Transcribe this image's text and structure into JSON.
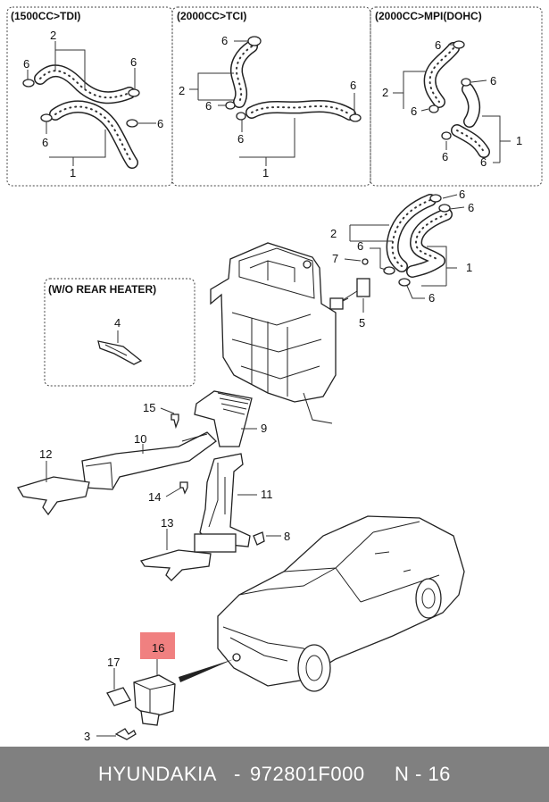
{
  "panels": {
    "tdi": {
      "title": "(1500CC>TDI)",
      "callouts": [
        "2",
        "6",
        "6",
        "6",
        "6",
        "1"
      ]
    },
    "tci": {
      "title": "(2000CC>TCI)",
      "callouts": [
        "6",
        "2",
        "6",
        "6",
        "6",
        "1"
      ]
    },
    "mpi": {
      "title": "(2000CC>MPI(DOHC)",
      "callouts": [
        "6",
        "6",
        "2",
        "6",
        "6",
        "1",
        "6"
      ]
    },
    "rear_heater": {
      "title": "(W/O REAR HEATER)",
      "callout": "4"
    }
  },
  "main_callouts": {
    "hoses": [
      "2",
      "6",
      "6",
      "6",
      "7",
      "1",
      "6",
      "5"
    ],
    "ducts": [
      "15",
      "9",
      "10",
      "12",
      "14",
      "11",
      "13",
      "8"
    ],
    "sensor": [
      "17",
      "3"
    ]
  },
  "highlight": {
    "label": "16",
    "color": "#f08080"
  },
  "footer": {
    "brand": "HYUNDAI",
    "make": "KIA",
    "separator": "-",
    "part_number": "972801F000",
    "page": "N - 16"
  }
}
